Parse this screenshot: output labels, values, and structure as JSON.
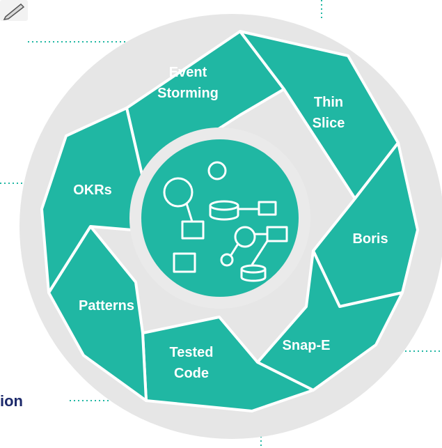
{
  "colors": {
    "ring_outer": "#e6e6e6",
    "segment": "#20b7a3",
    "segment_edge": "#ffffff",
    "hub_outer": "#eaeaea",
    "hub_inner": "#20b7a3",
    "icon_stroke": "#ffffff",
    "connector": "#20b7a3",
    "corner_text": "#1d2a6b"
  },
  "segments": [
    {
      "label": "Event Storming",
      "lines": [
        "Event",
        "Storming"
      ]
    },
    {
      "label": "Thin Slice",
      "lines": [
        "Thin",
        "Slice"
      ]
    },
    {
      "label": "Boris",
      "lines": [
        "Boris"
      ]
    },
    {
      "label": "Snap-E",
      "lines": [
        "Snap-E"
      ]
    },
    {
      "label": "Tested Code",
      "lines": [
        "Tested",
        "Code"
      ]
    },
    {
      "label": "Patterns",
      "lines": [
        "Patterns"
      ]
    },
    {
      "label": "OKRs",
      "lines": [
        "OKRs"
      ]
    }
  ],
  "hub": {
    "icon": "architecture-diagram-icon"
  },
  "corner_label": "ion",
  "corner_icon": "pen-icon"
}
